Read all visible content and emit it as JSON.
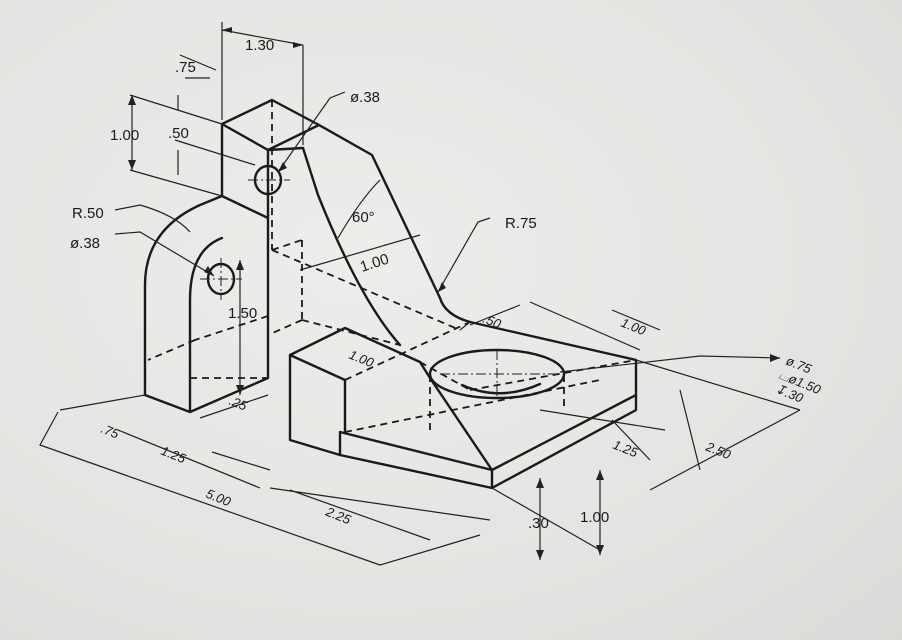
{
  "drawing": {
    "dimensions": {
      "d_1_30": "1.30",
      "d_75_top": ".75",
      "d_dia38_top": "ø.38",
      "d_1_00_left": "1.00",
      "d_50_left": ".50",
      "d_r50": "R.50",
      "d_dia38_left": "ø.38",
      "d_60deg": "60°",
      "d_r75": "R.75",
      "d_1_00_slant": "1.00",
      "d_1_50": "1.50",
      "d_1_00_step": "1.00",
      "d_50_slot": ".50",
      "d_1_00_right": "1.00",
      "d_25": ".25",
      "d_75_base": ".75",
      "d_1_25_base": "1.25",
      "d_5_00": "5.00",
      "d_2_25": "2.25",
      "d_30": ".30",
      "d_1_00_height": "1.00",
      "d_1_25_right": "1.25",
      "d_2_50": "2.50",
      "cb_dia": "ø.75",
      "cb_depth_dia": "⌴ø1.50",
      "cb_depth": "↧.30"
    }
  }
}
